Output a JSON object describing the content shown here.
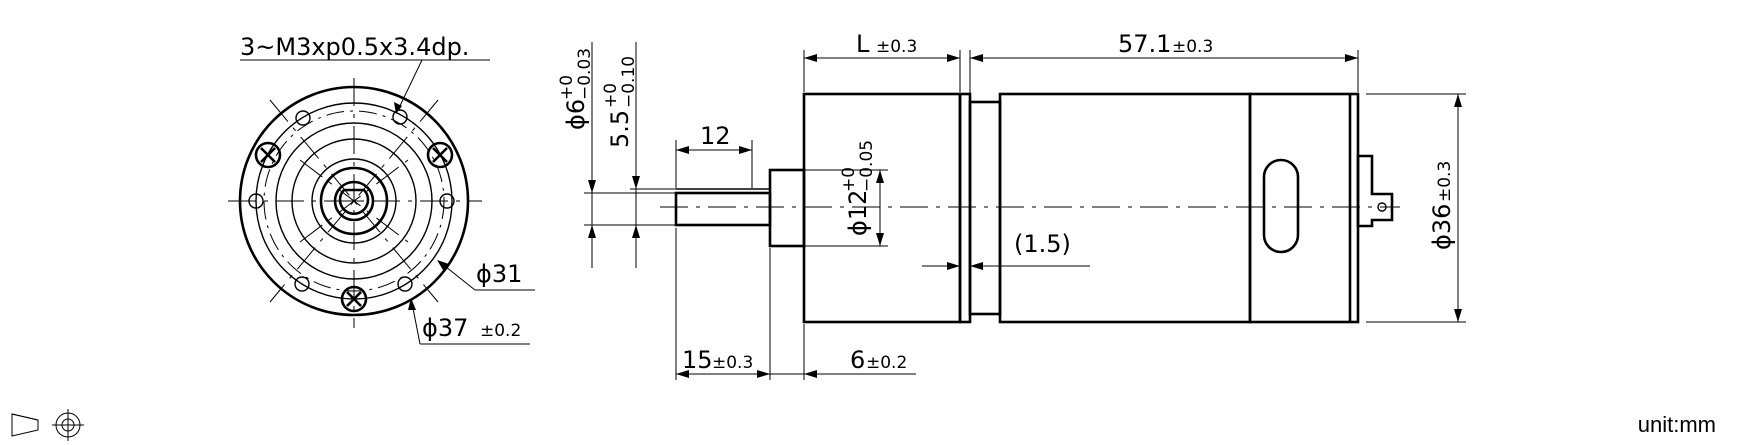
{
  "front_view": {
    "thread_callout": "3~M3xp0.5x3.4dp.",
    "inner_diameter": "ϕ31",
    "outer_diameter": "ϕ37",
    "outer_diameter_tol": "±0.2"
  },
  "shaft": {
    "diameter": "ϕ6",
    "diameter_tol_upper": "+0",
    "diameter_tol_lower": "−0.03",
    "flat": "5.5",
    "flat_tol_upper": "+0",
    "flat_tol_lower": "−0.10",
    "flat_length": "12",
    "shaft_length": "15",
    "shaft_length_tol": "±0.3"
  },
  "gearbox": {
    "length": "L",
    "length_tol": "±0.3",
    "boss_length": "6",
    "boss_length_tol": "±0.2",
    "boss_diameter": "ϕ12",
    "boss_diameter_tol_upper": "+0",
    "boss_diameter_tol_lower": "−0.05",
    "gap": "(1.5)"
  },
  "motor": {
    "length": "57.1",
    "length_tol": "±0.3",
    "diameter": "ϕ36",
    "diameter_tol": "±0.3"
  },
  "projection_symbols": [
    "third-angle-projection-icon",
    "crosshair-circle-icon"
  ],
  "unit_label": "unit:mm"
}
